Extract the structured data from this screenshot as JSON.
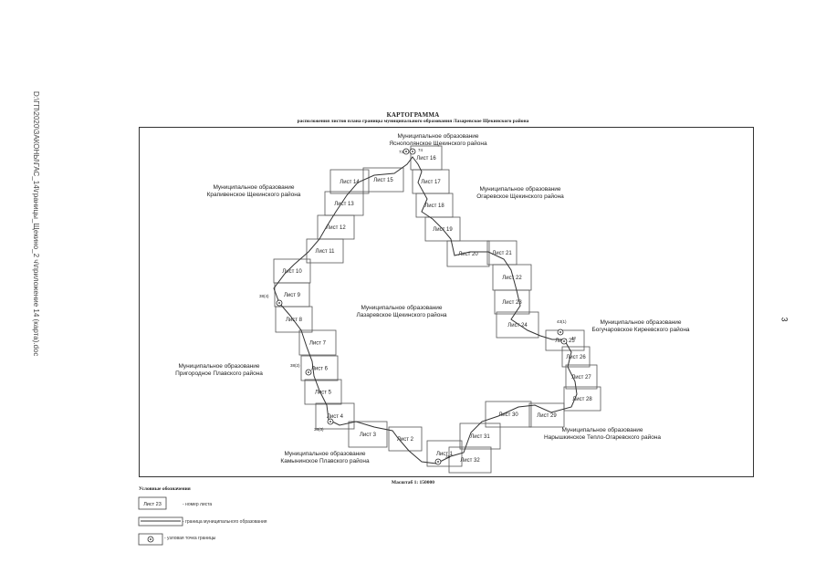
{
  "title": "КАРТОГРАММА",
  "subtitle": "расположения листов плана границы муниципального образования Лазаревское Щекинского района",
  "side_text": "D:\\ГП\\2020\\ЗАКОНЫ\\ГАС_14\\границы_Щекино_2 ч\\приложение 14 (карта).doc",
  "page_number": "3",
  "scale": "Масштаб 1: 150000",
  "municipalities": {
    "center": [
      "Муниципальное образование",
      "Лазаревское Щекинского района"
    ],
    "north": [
      "Муниципальное образование",
      "Яснополянское Щекинского района"
    ],
    "northwest": [
      "Муниципальное образование",
      "Крапивенское Щекинского района"
    ],
    "northeast": [
      "Муниципальное образование",
      "Огаревское Щекинского района"
    ],
    "east": [
      "Муниципальное образование",
      "Богучаровское Киреевского района"
    ],
    "west": [
      "Муниципальное образование",
      "Пригородное Плавского района"
    ],
    "southeast": [
      "Муниципальное образование",
      "Нарышкинское Тепло-Огаревского района"
    ],
    "south": [
      "Муниципальное образование",
      "Камынинское Плавского района"
    ]
  },
  "sheets": [
    "Лист 1",
    "Лист 2",
    "Лист 3",
    "Лист 4",
    "Лист 5",
    "Лист 6",
    "Лист 7",
    "Лист 8",
    "Лист 9",
    "Лист 10",
    "Лист 11",
    "Лист 12",
    "Лист 13",
    "Лист 14",
    "Лист 15",
    "Лист 16",
    "Лист 17",
    "Лист 18",
    "Лист 19",
    "Лист 20",
    "Лист 21",
    "Лист 22",
    "Лист 23",
    "Лист 24",
    "Лист 25",
    "Лист 26",
    "Лист 27",
    "Лист 28",
    "Лист 29",
    "Лист 30",
    "Лист 31",
    "Лист 32"
  ],
  "nodes": [
    "73",
    "74",
    "38",
    "42",
    "43(1)",
    "38(4)",
    "38(2)",
    "38(3)"
  ],
  "legend": {
    "title": "Условные обозначения",
    "sample_sheet": "Лист 23",
    "items": [
      "- номер листа",
      "- граница муниципального образования",
      "- узловая точка границы"
    ]
  }
}
